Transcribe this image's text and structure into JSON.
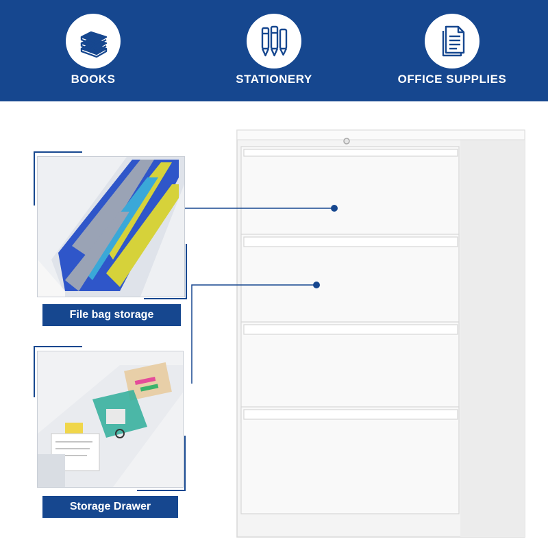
{
  "banner": {
    "items": [
      {
        "label": "BOOKS",
        "icon": "books-icon"
      },
      {
        "label": "STATIONERY",
        "icon": "stationery-icon"
      },
      {
        "label": "OFFICE SUPPLIES",
        "icon": "document-icon"
      }
    ]
  },
  "callouts": {
    "top_label": "File bag storage",
    "bottom_label": "Storage Drawer"
  },
  "colors": {
    "brand_blue": "#16478f",
    "cabinet_white": "#f7f7f7"
  }
}
